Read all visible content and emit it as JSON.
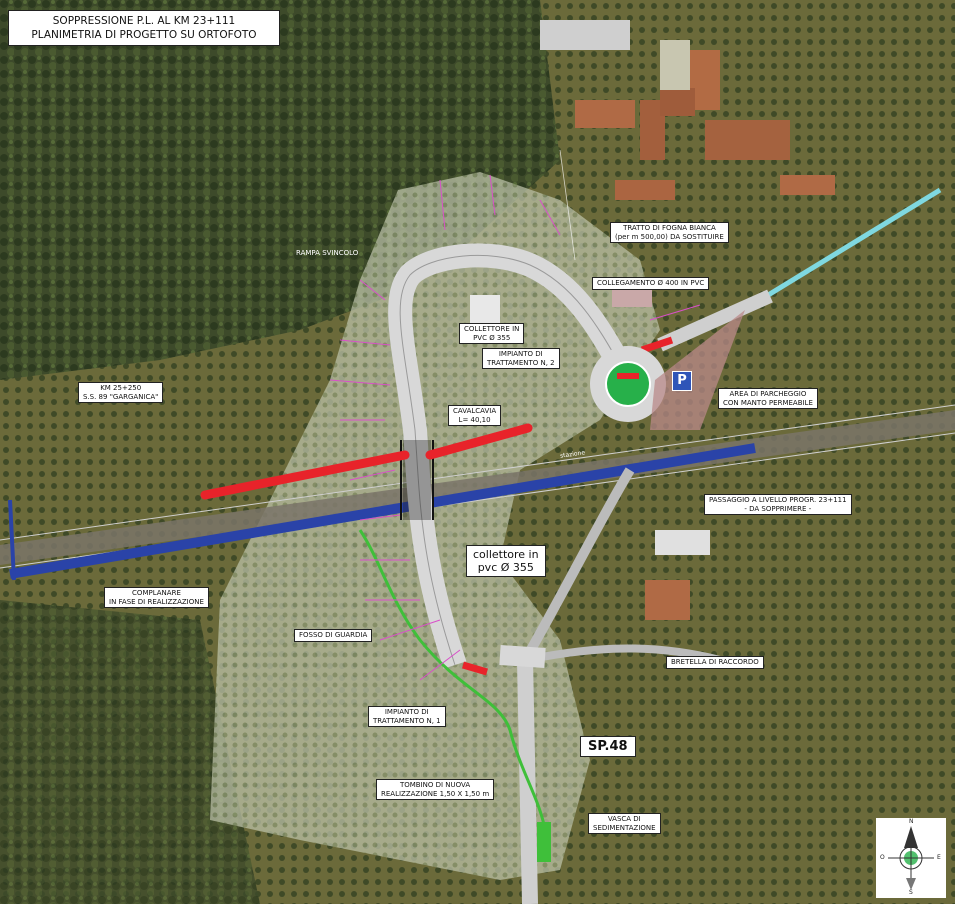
{
  "title": {
    "line1": "SOPPRESSIONE P.L. AL KM 23+111",
    "line2": "PLANIMETRIA  DI PROGETTO SU ORTOFOTO"
  },
  "labels": {
    "fogna": [
      "TRATTO DI FOGNA BIANCA",
      "(per m 500,00) DA SOSTITUIRE"
    ],
    "rampa": [
      "RAMPA SVINCOLO"
    ],
    "collegamento": [
      "COLLEGAMENTO Ø 400 IN PVC"
    ],
    "collettore_top": [
      "COLLETTORE IN",
      "PVC Ø 355"
    ],
    "impianto2": [
      "IMPIANTO DI",
      "TRATTAMENTO N, 2"
    ],
    "parcheggio": [
      "AREA DI PARCHEGGIO",
      "CON MANTO PERMEABILE"
    ],
    "km": [
      "KM 25+250",
      "S.S. 89 \"GARGANICA\""
    ],
    "cavalcavia": [
      "CAVALCAVIA",
      "L= 40,10"
    ],
    "passaggio": [
      "PASSAGGIO A LIVELLO PROGR. 23+111",
      "- DA SOPPRIMERE -"
    ],
    "collettore_mid": [
      "collettore in",
      "pvc Ø 355"
    ],
    "complanare": [
      "COMPLANARE",
      "IN FASE DI REALIZZAZIONE"
    ],
    "fosso": [
      "FOSSO DI GUARDIA"
    ],
    "bretella": [
      "BRETELLA DI RACCORDO"
    ],
    "impianto1": [
      "IMPIANTO DI",
      "TRATTAMENTO N, 1"
    ],
    "sp48": [
      "SP.48"
    ],
    "tombino": [
      "TOMBINO DI NUOVA",
      "REALIZZAZIONE  1,50 X 1,50 m"
    ],
    "vasca": [
      "VASCA DI",
      "SEDIMENTAZIONE"
    ],
    "stazione": "stazione",
    "parking": "P"
  },
  "compass": {
    "n": "N",
    "s": "S",
    "e": "E",
    "o": "O"
  },
  "colors": {
    "red_road": "#e8232a",
    "blue_road": "#2a43a8",
    "green_ditch": "#3fbf3a",
    "cyan_road": "#7fd8e0",
    "magenta_marks": "#d94fc9",
    "roundabout_green": "#27b04a"
  }
}
